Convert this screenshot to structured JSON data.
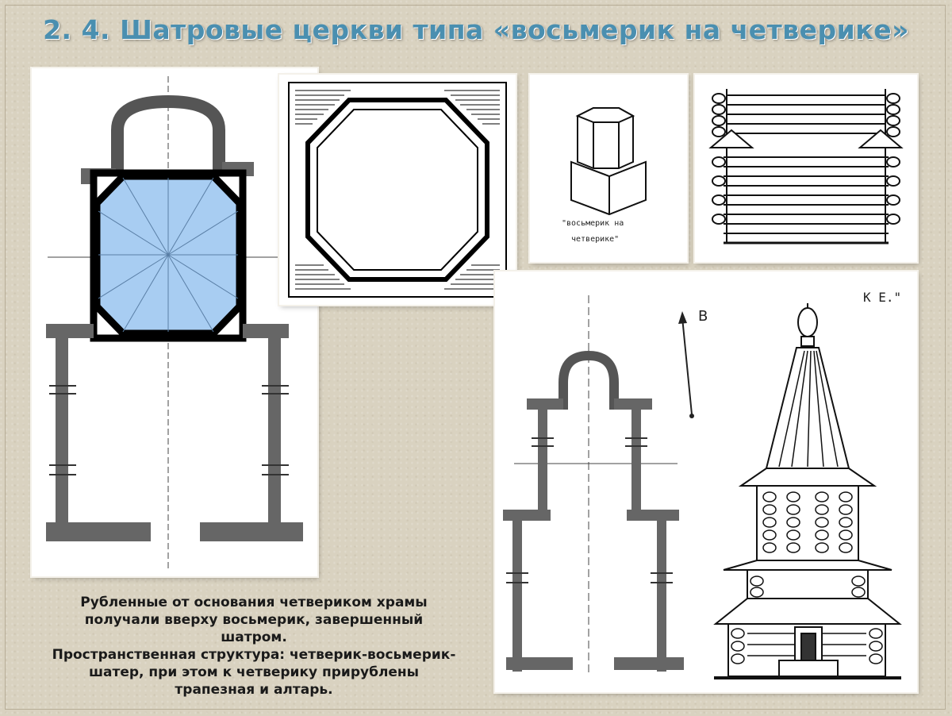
{
  "title": "2. 4. Шатровые  церкви типа «восьмерик на четверике»",
  "sketch_label": {
    "line1": "\"восьмерик на",
    "line2": "четверике\""
  },
  "elevation_labels": {
    "north": "В",
    "corner": "К Е.\""
  },
  "caption": {
    "line1": "Рубленные от основания четвериком храмы",
    "line2": "получали вверху восьмерик, завершенный",
    "line3": "шатром.",
    "line4": "Пространственная структура: четверик-восьмерик-",
    "line5": "шатер, при этом к четверику прирублены",
    "line6": "трапезная и алтарь."
  },
  "colors": {
    "title": "#4a8fb0",
    "octagon_fill": "#a8cdf2",
    "ink": "#2a2a2a"
  }
}
